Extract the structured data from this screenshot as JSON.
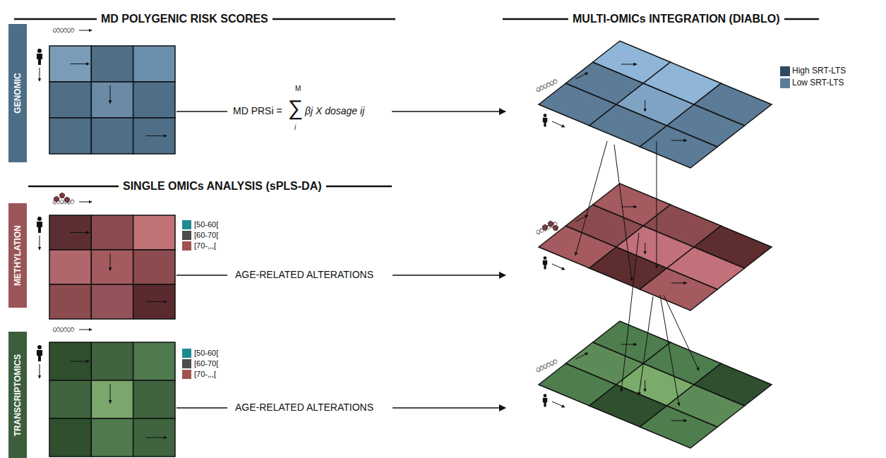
{
  "diagram": {
    "nodes": [
      {
        "text": [
          "GENOMIC"
        ]
      },
      {
        "text": [
          "METHYLATION"
        ]
      },
      {
        "text": [
          "TRANSCRIPTOMICS"
        ]
      }
    ],
    "labels": [
      "MD POLYGENIC RISK SCORES",
      "MULTI-OMICs INTEGRATION (DIABLO)",
      "SINGLE OMICs ANALYSIS (sPLS-DA)",
      "MD PRSi =",
      "∑",
      "M",
      "i",
      "βj X dosage ij",
      "AGE-RELATED ALTERATIONS",
      "AGE-RELATED ALTERATIONS"
    ],
    "legend": [
      {
        "text": "[50-60[",
        "color": "#1d8a91"
      },
      {
        "text": "[60-70[",
        "color": "#4d4d4d"
      },
      {
        "text": "[70-,,,[",
        "color": "#a0524f"
      },
      {
        "text": "[50-60[",
        "color": "#1d8a91"
      },
      {
        "text": "[60-70[",
        "color": "#4d4d4d"
      },
      {
        "text": "[70-,,,[",
        "color": "#a0524f"
      },
      {
        "text": "High SRT-LTS",
        "color": "#2d4a63"
      },
      {
        "text": "Low SRT-LTS",
        "color": "#5b7c97"
      }
    ]
  }
}
